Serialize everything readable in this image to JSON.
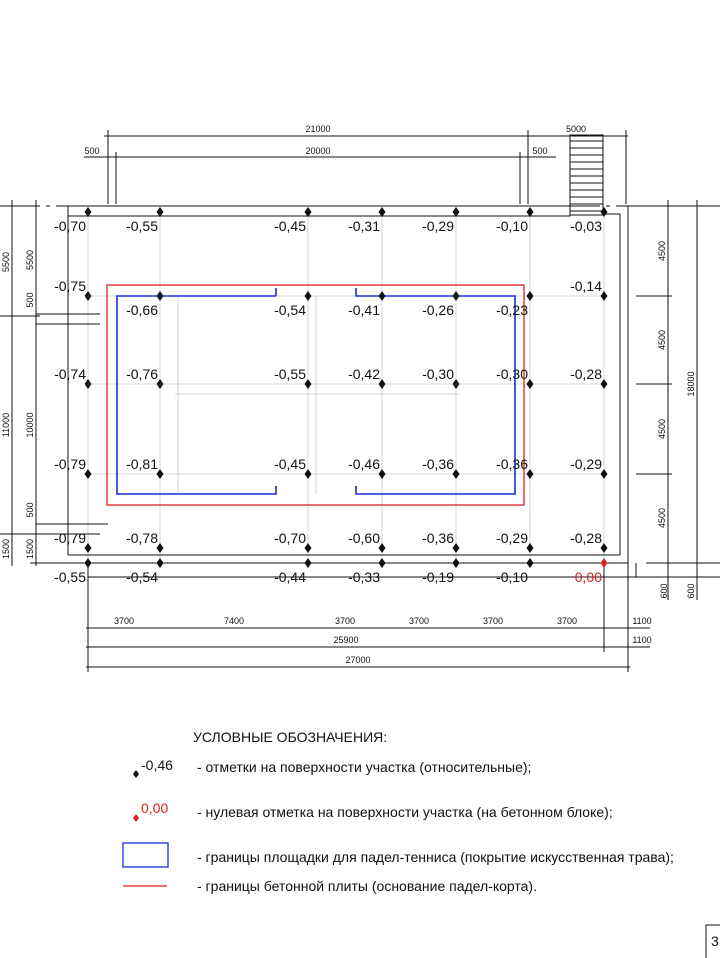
{
  "colors": {
    "red": "#e02020",
    "blue": "#1a2fd6",
    "black": "#111111"
  },
  "dimensions": {
    "top_total": "21000",
    "top_stair": "5000",
    "top_left_offset": "500",
    "top_court": "20000",
    "top_right_offset": "500",
    "left_outer": [
      "5500",
      "11000",
      "1500"
    ],
    "left_inner": [
      "5500",
      "500",
      "10000",
      "500",
      "1500"
    ],
    "right_segments": [
      "4500",
      "4500",
      "4500",
      "4500"
    ],
    "right_total": "18000",
    "right_bottom": [
      "600",
      "600"
    ],
    "bottom_segments": [
      "3700",
      "7400",
      "3700",
      "3700",
      "3700",
      "3700",
      "1100"
    ],
    "bottom_subtotal": "25900",
    "bottom_subtotal_right": "1100",
    "bottom_total": "27000"
  },
  "levels": [
    [
      "-0,70",
      "-0,55",
      "-0,45",
      "-0,31",
      "-0,29",
      "-0,10",
      "-0,03"
    ],
    [
      "-0,75",
      "-0,66",
      "-0,54",
      "-0,41",
      "-0,26",
      "-0,23",
      "-0,14"
    ],
    [
      "-0,74",
      "-0,76",
      "-0,55",
      "-0,42",
      "-0,30",
      "-0,30",
      "-0,28"
    ],
    [
      "-0,79",
      "-0,81",
      "-0,45",
      "-0,46",
      "-0,36",
      "-0,36",
      "-0,29"
    ],
    [
      "-0,79",
      "-0,78",
      "-0,70",
      "-0,60",
      "-0,36",
      "-0,29",
      "-0,28"
    ],
    [
      "-0,55",
      "-0,54",
      "-0,44",
      "-0,33",
      "-0,19",
      "-0,10",
      "0,00"
    ]
  ],
  "legend": {
    "title": "УСЛОВНЫЕ ОБОЗНАЧЕНИЯ:",
    "items": [
      {
        "sample": "-0,46",
        "text": "- отметки на поверхности участка (относительные);"
      },
      {
        "sample": "0,00",
        "text": "- нулевая отметка на поверхности участка (на бетонном блоке);"
      },
      {
        "sample": "",
        "text": "- границы площадки для падел-тенниса (покрытие искусственная трава);"
      },
      {
        "sample": "",
        "text": "- границы бетонной плиты (основание падел-корта)."
      }
    ]
  },
  "sheet_number": "3"
}
